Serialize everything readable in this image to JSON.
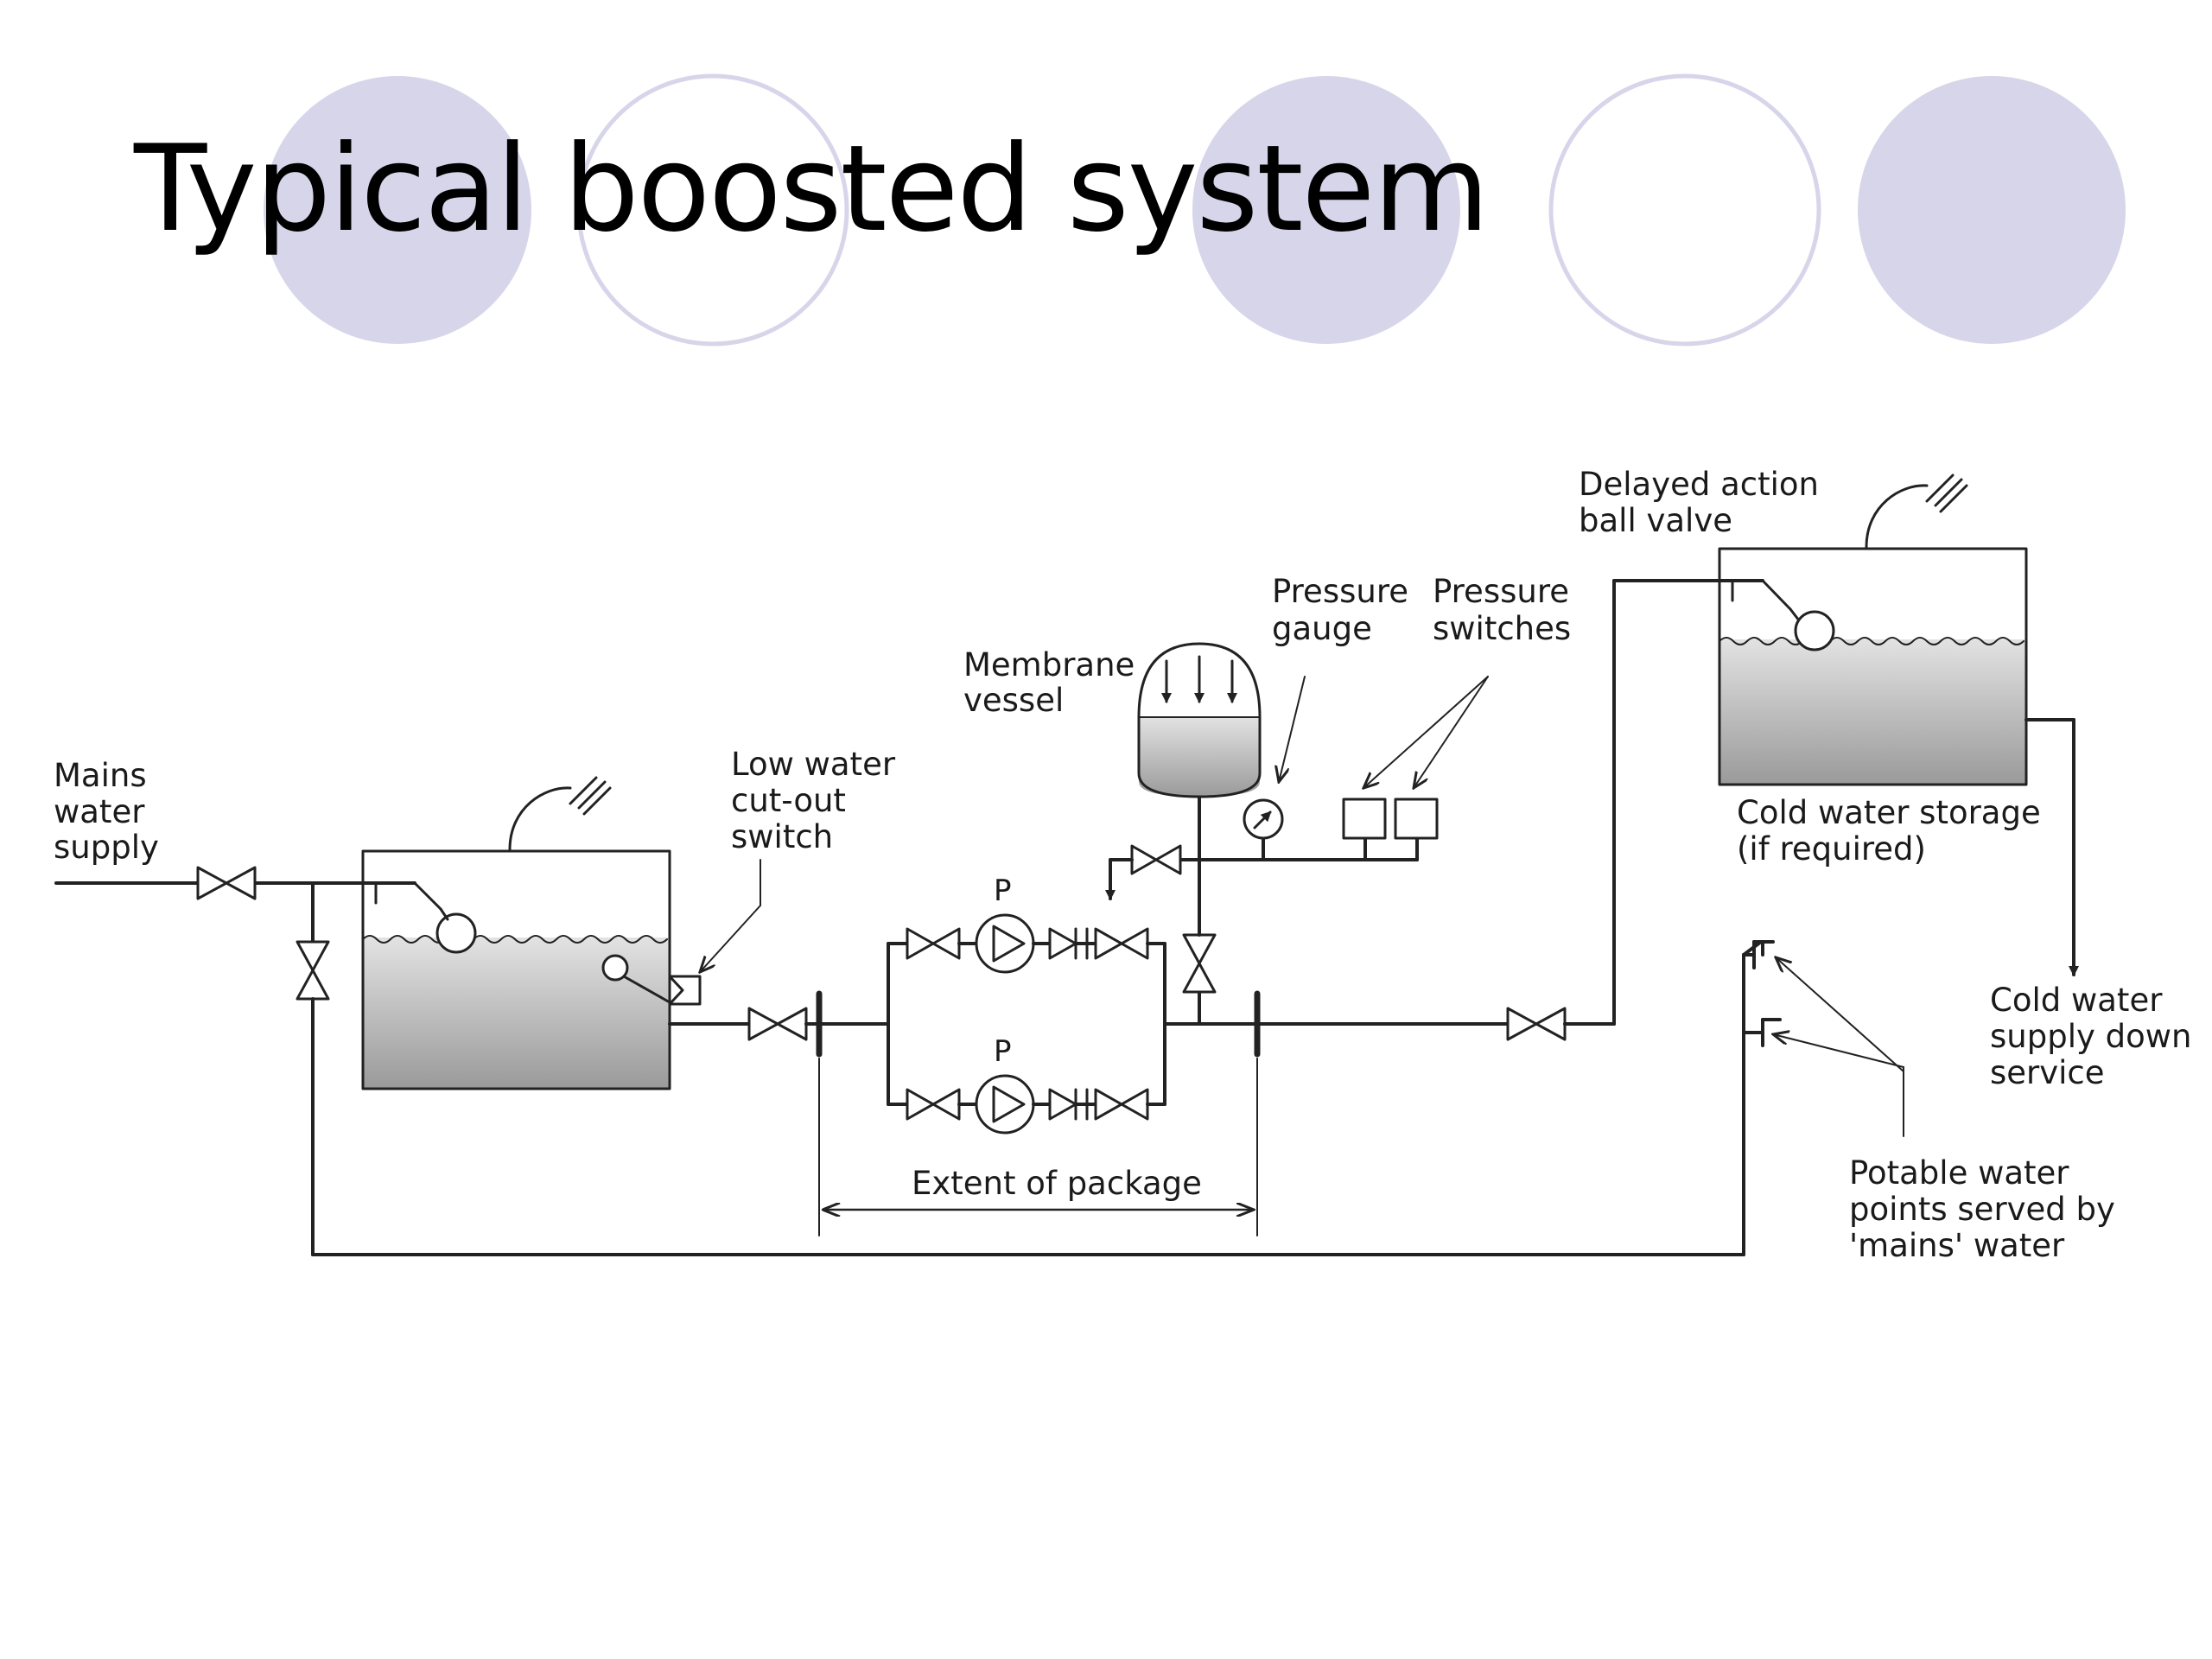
{
  "title": "Typical boosted system",
  "colors": {
    "circle_fill": "#d7d5ea",
    "circle_stroke": "#d7d5ea",
    "line": "#222222",
    "water_top": "#dcdcdc",
    "water_bottom": "#9a9a9a"
  },
  "labels": {
    "mains_water_supply": [
      "Mains",
      "water",
      "supply"
    ],
    "low_water_cutout_switch": [
      "Low water",
      "cut-out",
      "switch"
    ],
    "membrane_vessel": [
      "Membrane",
      "vessel"
    ],
    "pressure_gauge": [
      "Pressure",
      "gauge"
    ],
    "pressure_switches": [
      "Pressure",
      "switches"
    ],
    "delayed_action_ball_valve": [
      "Delayed action",
      "ball valve"
    ],
    "cold_water_storage": [
      "Cold water storage",
      "(if required)"
    ],
    "cold_water_supply_down_service": [
      "Cold water",
      "supply down",
      "service"
    ],
    "potable_water_points": [
      "Potable water",
      "points served by",
      "'mains' water"
    ],
    "extent_of_package": "Extent of package",
    "pump_1": "P",
    "pump_2": "P"
  }
}
